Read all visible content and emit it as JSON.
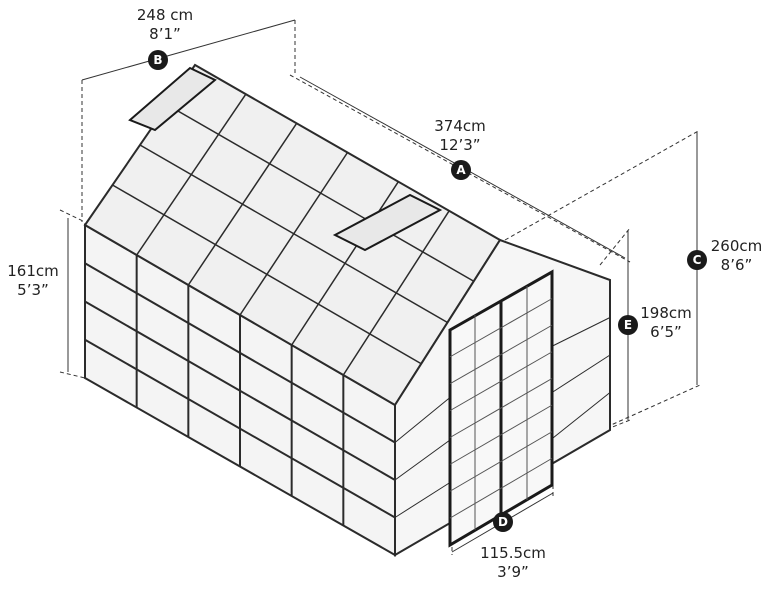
{
  "dimensions": {
    "B": {
      "badge": "B",
      "metric": "248 cm",
      "imperial": "8’1”"
    },
    "A": {
      "badge": "A",
      "metric": "374cm",
      "imperial": "12’3”"
    },
    "C": {
      "badge": "C",
      "metric": "260cm",
      "imperial": "8’6”"
    },
    "E": {
      "badge": "E",
      "metric": "198cm",
      "imperial": "6’5”"
    },
    "D": {
      "badge": "D",
      "metric": "115.5cm",
      "imperial": "3’9”"
    },
    "side": {
      "metric": "161cm",
      "imperial": "5’3”"
    }
  },
  "colors": {
    "frame": "#2b2b2b",
    "panel": "#f4f4f4",
    "dimension": "#333333"
  }
}
